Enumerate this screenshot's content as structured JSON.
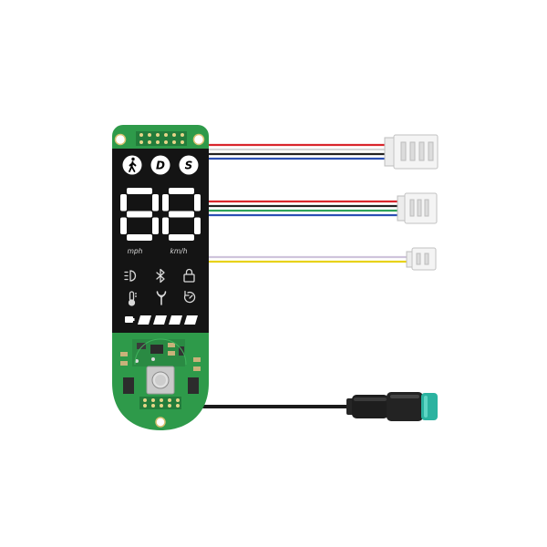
{
  "display": {
    "modes": [
      {
        "name": "walk",
        "label": "",
        "icon": "pedestrian-icon"
      },
      {
        "name": "drive",
        "label": "D"
      },
      {
        "name": "sport",
        "label": "S"
      }
    ],
    "speed_digits": "88",
    "units": {
      "imperial": "mph",
      "metric": "km/h"
    },
    "indicator_icons": [
      "headlight-icon",
      "bluetooth-icon",
      "lock-icon",
      "thermometer-icon",
      "wrench-icon",
      "cruise-control-icon"
    ],
    "battery_segments": 4
  },
  "colors": {
    "pcb": "#2e9a4a",
    "display": "#141414",
    "wire_red": "#d9262d",
    "wire_blue": "#2b4fb3",
    "wire_green": "#2fa35a",
    "wire_yellow": "#e8d21a",
    "connector_tip": "#2bb3a0"
  }
}
